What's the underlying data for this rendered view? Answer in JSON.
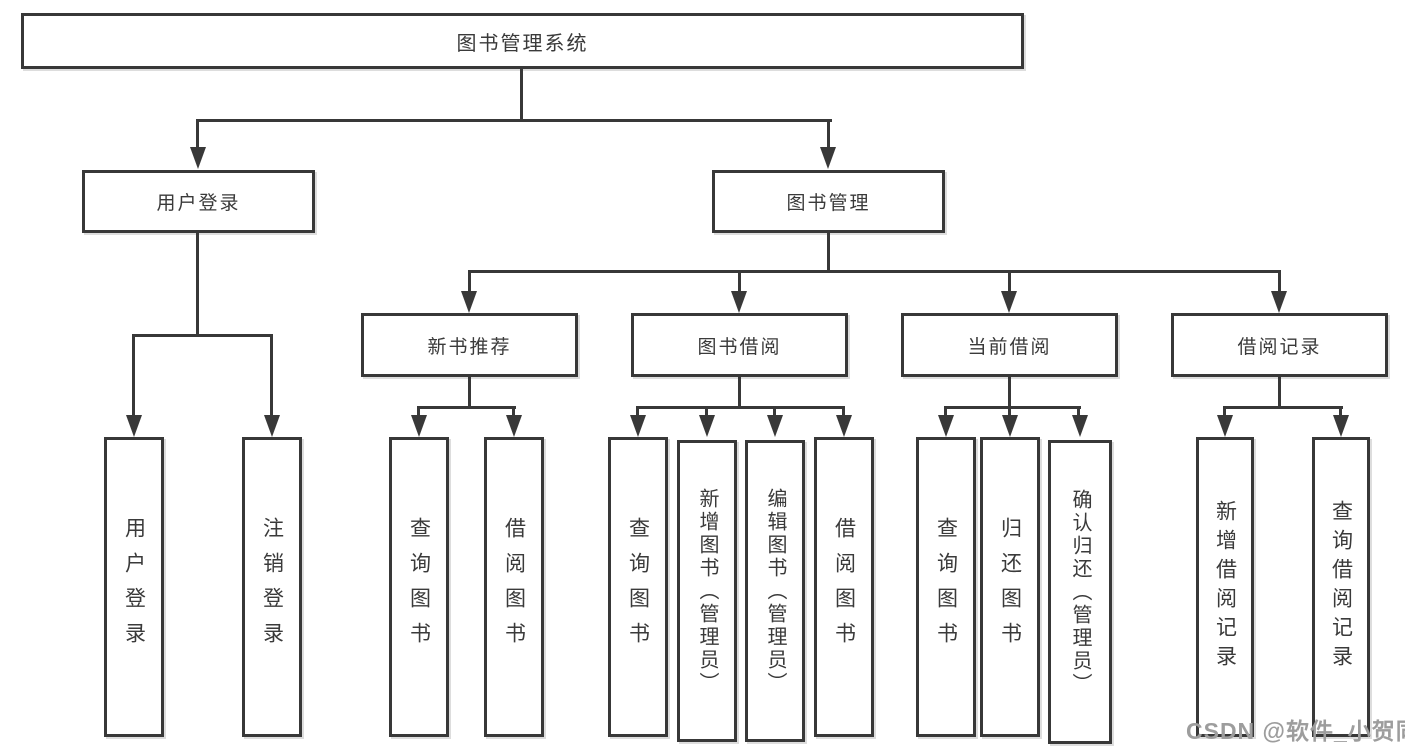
{
  "colors": {
    "line": "#383838",
    "box_border": "#383838",
    "background": "#ffffff",
    "watermark": "#9d9d9d"
  },
  "watermark": {
    "text": "CSDN @软件_小贺同学"
  },
  "tree": {
    "root": {
      "label": "图书管理系统"
    },
    "branches": [
      {
        "label": "用户登录",
        "children": [
          {
            "label": "用户登录"
          },
          {
            "label": "注销登录"
          }
        ]
      },
      {
        "label": "图书管理",
        "children": [
          {
            "label": "新书推荐",
            "children": [
              {
                "label": "查询图书"
              },
              {
                "label": "借阅图书"
              }
            ]
          },
          {
            "label": "图书借阅",
            "children": [
              {
                "label": "查询图书"
              },
              {
                "label": "新增图书（管理员）"
              },
              {
                "label": "编辑图书（管理员）"
              },
              {
                "label": "借阅图书"
              }
            ]
          },
          {
            "label": "当前借阅",
            "children": [
              {
                "label": "查询图书"
              },
              {
                "label": "归还图书"
              },
              {
                "label": "确认归还（管理员）"
              }
            ]
          },
          {
            "label": "借阅记录",
            "children": [
              {
                "label": "新增借阅记录"
              },
              {
                "label": "查询借阅记录"
              }
            ]
          }
        ]
      }
    ]
  }
}
